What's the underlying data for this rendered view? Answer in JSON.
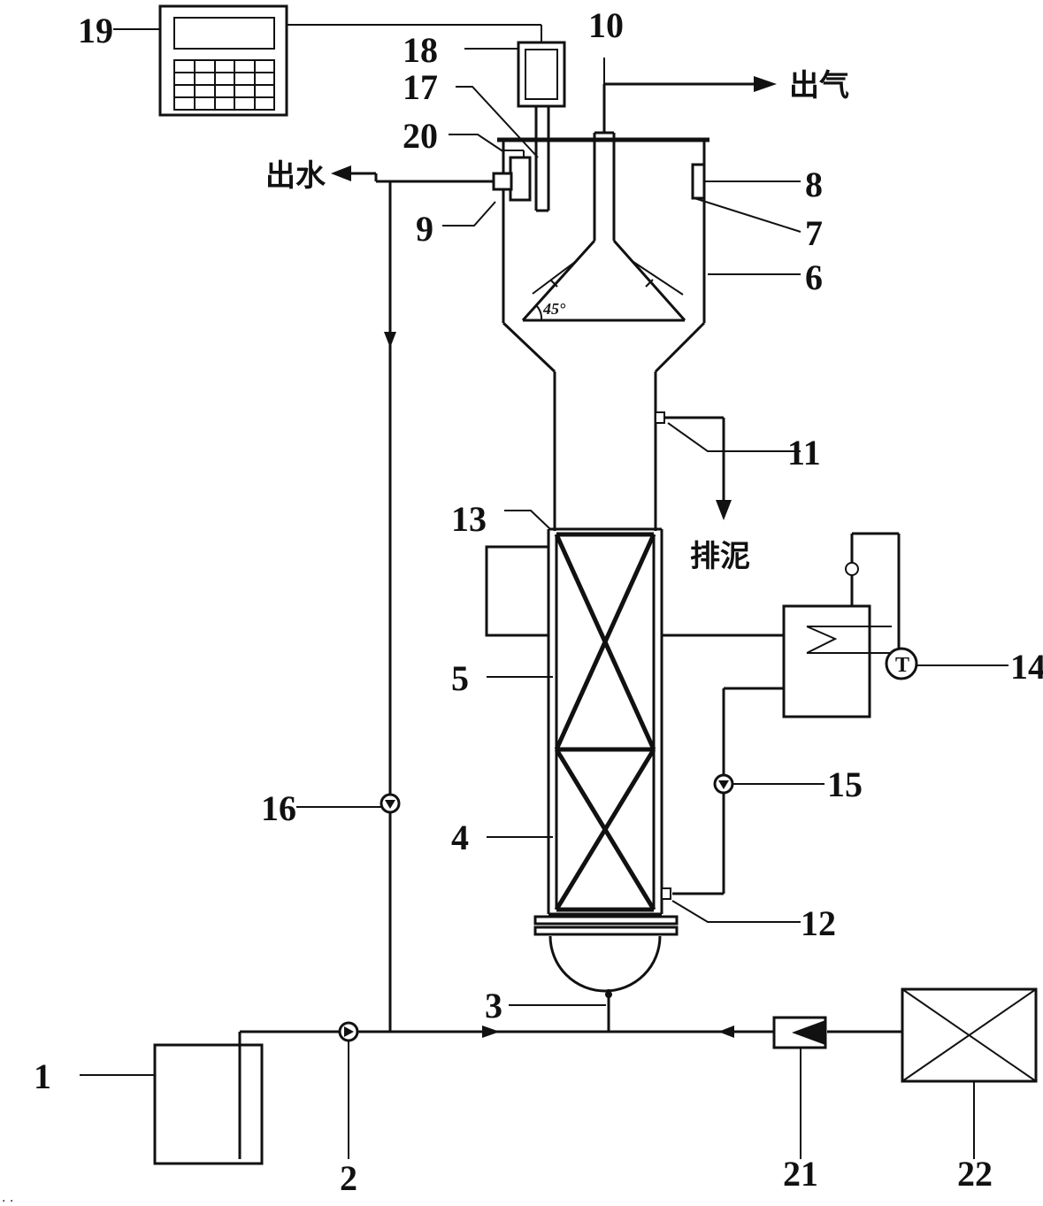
{
  "labels": {
    "n1": "1",
    "n2": "2",
    "n3": "3",
    "n4": "4",
    "n5": "5",
    "n6": "6",
    "n7": "7",
    "n8": "8",
    "n9": "9",
    "n10": "10",
    "n11": "11",
    "n12": "12",
    "n13": "13",
    "n14": "14",
    "n15": "15",
    "n16": "16",
    "n17": "17",
    "n18": "18",
    "n19": "19",
    "n20": "20",
    "n21": "21",
    "n22": "22"
  },
  "text": {
    "gas_out": "出气",
    "water_out": "出水",
    "sludge_out": "排泥",
    "angle": "45°",
    "thermo": "T",
    "corner_mark": ". ."
  }
}
